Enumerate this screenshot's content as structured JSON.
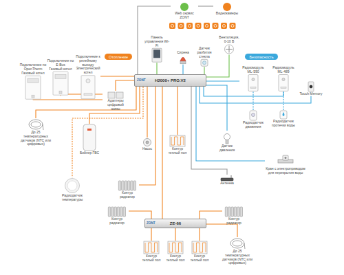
{
  "diagram": {
    "nodes": [
      {
        "text": [
          "Web сервис ZONT"
        ]
      },
      {
        "text": [
          "Видеокамеры"
        ]
      },
      {
        "text": [
          "Отопление"
        ]
      },
      {
        "text": [
          "Безопасность"
        ]
      },
      {
        "text": [
          "Подключение по OpenTherm",
          "Газовый котел"
        ]
      },
      {
        "text": [
          "Подключение по E-Bus",
          "Газовый котел"
        ]
      },
      {
        "text": [
          "Подключение к релейному выходу",
          "Электрический котел"
        ]
      },
      {
        "text": [
          "Панель управления Wi-Fi"
        ]
      },
      {
        "text": [
          "Сирена"
        ]
      },
      {
        "text": [
          "Датчик разбития стекла"
        ]
      },
      {
        "text": [
          "Вентиляция, 0-10 В"
        ]
      },
      {
        "text": [
          "Радиомодуль ML-590"
        ]
      },
      {
        "text": [
          "Радиомодуль ML-489"
        ]
      },
      {
        "text": [
          "H2000+ PRO.V2"
        ]
      },
      {
        "text": [
          "Адаптеры цифровой шины"
        ]
      },
      {
        "text": [
          "До 25 температурных датчиков (NTC или цифровых)"
        ]
      },
      {
        "text": [
          "Бойлер ГВС"
        ]
      },
      {
        "text": [
          "Насос"
        ]
      },
      {
        "text": [
          "Контур теплый пол"
        ]
      },
      {
        "text": [
          "Радиодатчик температуры"
        ]
      },
      {
        "text": [
          "Контур радиатор"
        ]
      },
      {
        "text": [
          "Датчик давления"
        ]
      },
      {
        "text": [
          "Антенна"
        ]
      },
      {
        "text": [
          "Touch Memory"
        ]
      },
      {
        "text": [
          "Радиодатчик движения"
        ]
      },
      {
        "text": [
          "Радиодатчик протечки воды"
        ]
      },
      {
        "text": [
          "Кран с электроприводом для перекрытия воды"
        ]
      },
      {
        "text": [
          "ZE-66"
        ]
      },
      {
        "text": [
          "Контур радиатор"
        ]
      },
      {
        "text": [
          "Контур радиатор"
        ]
      },
      {
        "text": [
          "Контур теплый пол"
        ]
      },
      {
        "text": [
          "Контур теплый пол"
        ]
      },
      {
        "text": [
          "Контур теплый пол"
        ]
      },
      {
        "text": [
          "До 25 температурных датчиков (NTC или цифровых)"
        ]
      }
    ],
    "edges": [
      {
        "from": 0,
        "to": 1,
        "arrow": "none"
      },
      {
        "from": 0,
        "to": 13,
        "arrow": "none"
      },
      {
        "from": 13,
        "to": 6,
        "arrow": "none"
      },
      {
        "from": 13,
        "to": 14,
        "arrow": "none"
      },
      {
        "from": 14,
        "to": 4,
        "arrow": "none"
      },
      {
        "from": 14,
        "to": 5,
        "arrow": "none"
      },
      {
        "from": 13,
        "to": 7,
        "arrow": "none"
      },
      {
        "from": 13,
        "to": 8,
        "arrow": "none"
      },
      {
        "from": 13,
        "to": 9,
        "arrow": "none"
      },
      {
        "from": 13,
        "to": 10,
        "arrow": "none"
      },
      {
        "from": 13,
        "to": 11,
        "arrow": "none"
      },
      {
        "from": 13,
        "to": 12,
        "arrow": "none"
      },
      {
        "from": 11,
        "to": 24,
        "arrow": "none"
      },
      {
        "from": 12,
        "to": 25,
        "arrow": "none"
      },
      {
        "from": 13,
        "to": 23,
        "arrow": "none"
      },
      {
        "from": 13,
        "to": 26,
        "arrow": "none"
      },
      {
        "from": 13,
        "to": 15,
        "arrow": "none"
      },
      {
        "from": 13,
        "to": 16,
        "arrow": "none"
      },
      {
        "from": 13,
        "to": 19,
        "arrow": "none"
      },
      {
        "from": 13,
        "to": 17,
        "arrow": "none"
      },
      {
        "from": 13,
        "to": 20,
        "arrow": "none"
      },
      {
        "from": 13,
        "to": 18,
        "arrow": "none"
      },
      {
        "from": 13,
        "to": 21,
        "arrow": "none"
      },
      {
        "from": 13,
        "to": 22,
        "arrow": "none"
      },
      {
        "from": 13,
        "to": 27,
        "arrow": "none"
      },
      {
        "from": 27,
        "to": 28,
        "arrow": "none"
      },
      {
        "from": 27,
        "to": 29,
        "arrow": "none"
      },
      {
        "from": 27,
        "to": 30,
        "arrow": "none"
      },
      {
        "from": 27,
        "to": 31,
        "arrow": "none"
      },
      {
        "from": 27,
        "to": 32,
        "arrow": "none"
      },
      {
        "from": 27,
        "to": 33,
        "arrow": "none"
      }
    ],
    "labels": [
      "ZONT",
      "ZONT"
    ]
  }
}
